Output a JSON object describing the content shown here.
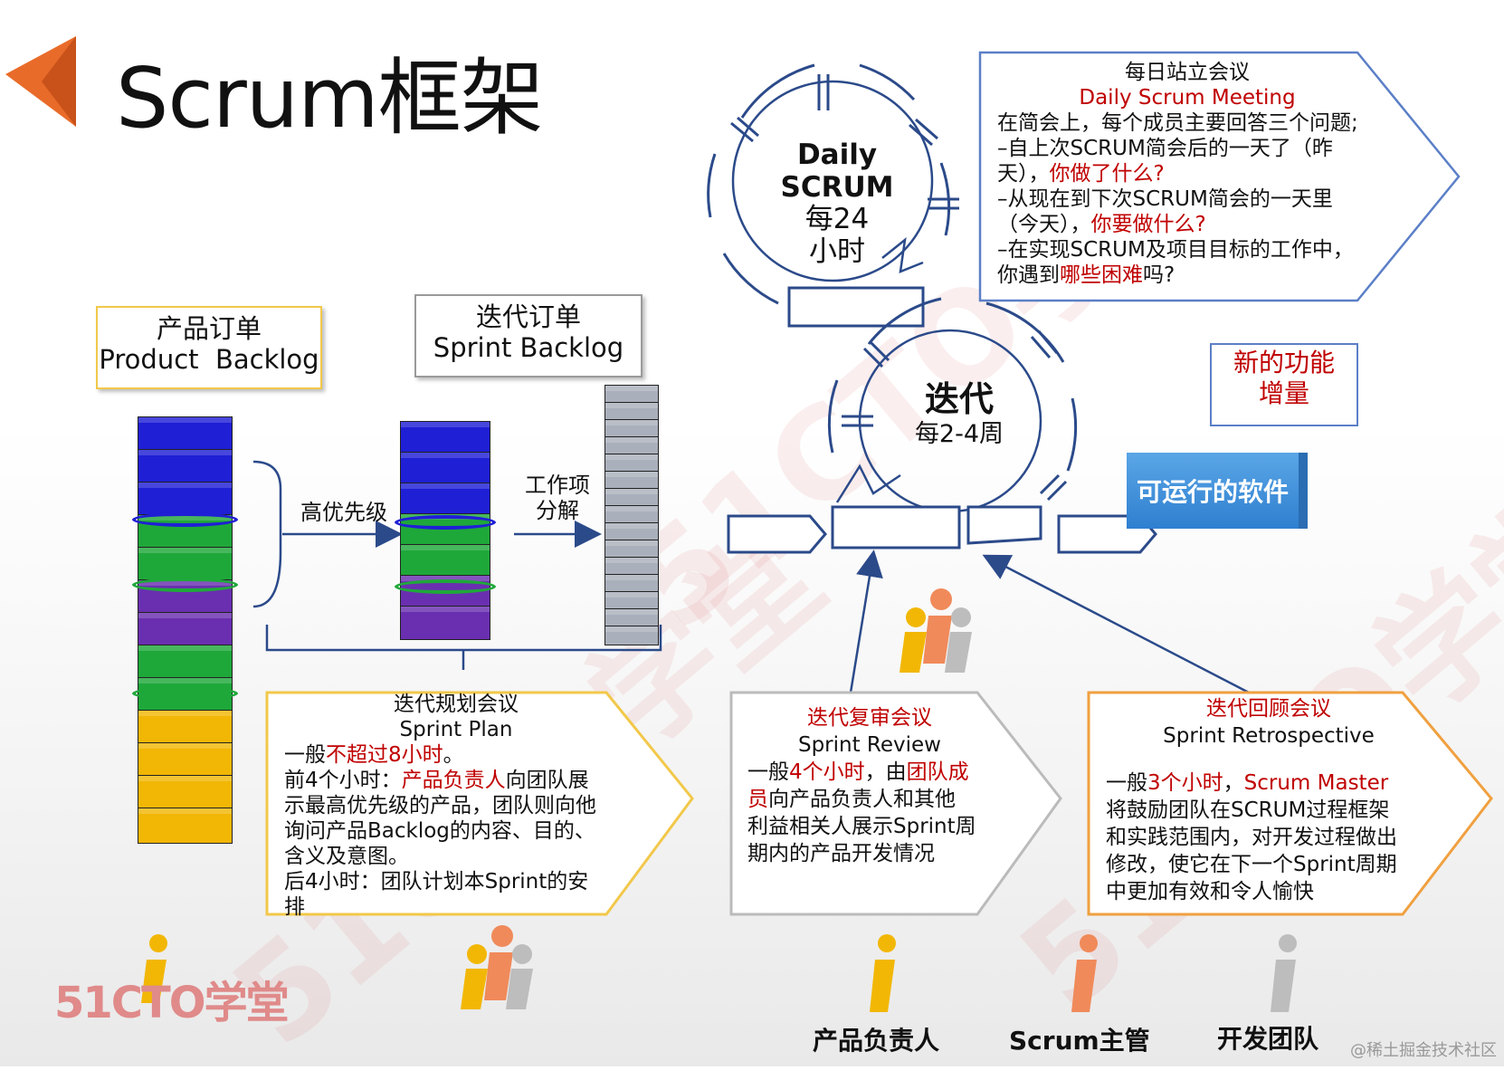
{
  "title": "Scrum框架",
  "daily": {
    "line1": "Daily",
    "line2": "SCRUM",
    "line3": "每24",
    "line4": "小时"
  },
  "sprint": {
    "line1": "迭代",
    "line2": "每2-4周"
  },
  "daily_meeting": {
    "title_cn": "每日站立会议",
    "title_en": "Daily Scrum Meeting",
    "l1": "在简会上，每个成员主要回答三个问题;",
    "l2": "–自上次SCRUM简会后的一天了（昨",
    "l3a": "天），",
    "l3b": "你做了什么?",
    "l4": "–从现在到下次SCRUM简会的一天里",
    "l5a": "（今天），",
    "l5b": "你要做什么?",
    "l6": "–在实现SCRUM及项目目标的工作中，",
    "l7a": "你遇到",
    "l7b": "哪些困难",
    "l7c": "吗?"
  },
  "product_backlog": {
    "cn": "产品订单",
    "en": "Product  Backlog"
  },
  "sprint_backlog": {
    "cn": "迭代订单",
    "en": "Sprint Backlog"
  },
  "arrow_priority": "高优先级",
  "arrow_decompose_1": "工作项",
  "arrow_decompose_2": "分解",
  "increment": {
    "l1": "新的功能",
    "l2": "增量"
  },
  "runnable": "可运行的软件",
  "sprint_plan": {
    "title_cn": "迭代规划会议",
    "title_en": "Sprint Plan",
    "l1a": "一般",
    "l1b": "不超过8小时",
    "l1c": "。",
    "l2a": "前4个小时：",
    "l2b": "产品负责人",
    "l2c": "向团队展",
    "l3": "示最高优先级的产品，团队则向他",
    "l4": "询问产品Backlog的内容、目的、",
    "l5": "含义及意图。",
    "l6": "后4小时：团队计划本Sprint的安",
    "l7": "排"
  },
  "sprint_review": {
    "title_cn": "迭代复审会议",
    "title_en": "Sprint Review",
    "l1a": "一般",
    "l1b": "4个小时",
    "l1c": "，由",
    "l1d": "团队成",
    "l2a": "员",
    "l2b": "向产品负责人和其他",
    "l3": "利益相关人展示Sprint周",
    "l4": "期内的产品开发情况"
  },
  "retro": {
    "title_cn": "迭代回顾会议",
    "title_en": "Sprint Retrospective",
    "l1a": "一般",
    "l1b": "3个小时",
    "l1c": "，",
    "l1d": "Scrum Master",
    "l2": "将鼓励团队在SCRUM过程框架",
    "l3": "和实践范围内，对开发过程做出",
    "l4": "修改，使它在下一个Sprint周期",
    "l5": "中更加有效和令人愉快"
  },
  "roles": {
    "po": "产品负责人",
    "sm": "Scrum主管",
    "team": "开发团队"
  },
  "logo": "51CTO学堂",
  "credit": "@稀土掘金技术社区",
  "watermark": "51CTO学堂",
  "colors": {
    "blue": "#1f1fd6",
    "green": "#1fa83a",
    "purple": "#6a2fb0",
    "yellow": "#f2b705",
    "orange": "#e96b2a",
    "red_text": "#c00000",
    "callout_border": "#5b7fc7",
    "callout_border_orange": "#f0a040",
    "callout_border_yellow": "#f2c84a"
  }
}
